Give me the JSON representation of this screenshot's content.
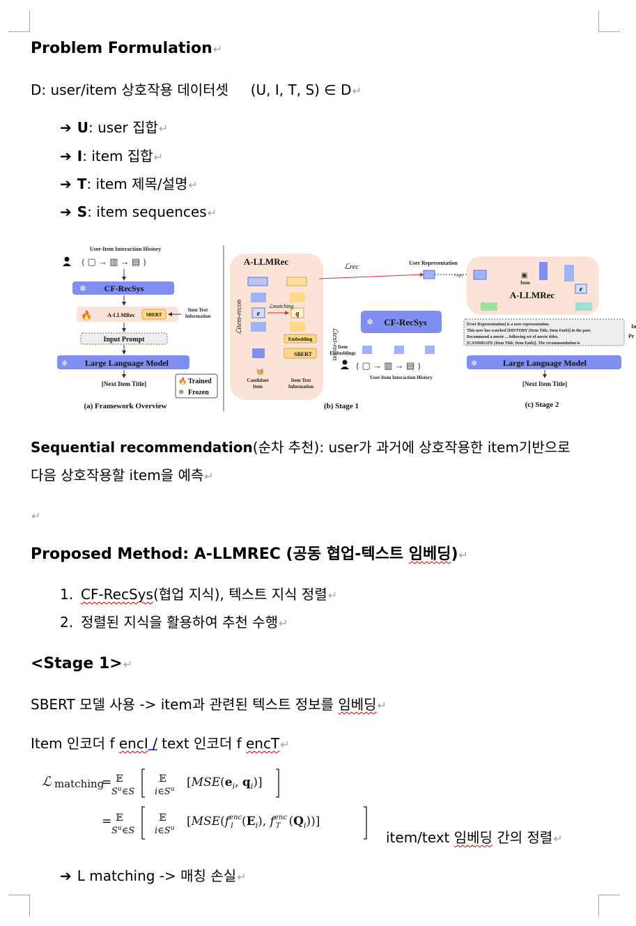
{
  "heading_problem": "Problem Formulation",
  "dataset_line": "D: user/item 상호작용 데이터셋     (U, I, T, S) ∈ D",
  "defs": [
    {
      "key": "U",
      "text": ": user 집합"
    },
    {
      "key": "I",
      "text": ": item 집합"
    },
    {
      "key": "T",
      "text": ": item 제목/설명"
    },
    {
      "key": "S",
      "text": ": item sequences"
    }
  ],
  "arrow_glyph": "➔",
  "paragraph_mark": "↵",
  "figure": {
    "panel_a": {
      "top_label": "User-Item Interaction History",
      "cf": "CF-RecSys",
      "allmrec": "A-LLMRec",
      "sbert": "SBERT",
      "item_text_info": [
        "Item Text",
        "Information"
      ],
      "input_prompt": "Input Prompt",
      "llm": "Large Language Model",
      "next": "[Next Item Title]",
      "trained": "Trained",
      "frozen": "Frozen",
      "caption": "(a) Framework Overview"
    },
    "panel_b": {
      "title": "A-LLMRec",
      "l_rec": "ℒrec",
      "user_repr": "User Representation",
      "l_item_recon": "ℒitem-recon",
      "l_text_recon": "ℒtext-recon",
      "l_matching": "ℒmatching",
      "e": "e",
      "q": "q",
      "embedding": "Embedding",
      "sbert": "SBERT",
      "cf": "CF-RecSys",
      "item_embeddings": [
        "Item",
        "Embeddings"
      ],
      "candidate_item": [
        "Candidate",
        "Item"
      ],
      "item_text_info": [
        "Item Text",
        "Information"
      ],
      "history": "User-Item Interaction History",
      "caption": "(b) Stage 1"
    },
    "panel_c": {
      "title": "A-LLMRec",
      "item": "Item",
      "copy": "Copy",
      "e": "e",
      "prompt_lines": [
        "[User Representation] is a user representation.",
        "This user has watched [HISTORY (Item Title, Item Emb)] in the past.",
        "Recommend a movie ... following set of movie titles,",
        "[CANDIDATE (Item Title, Item Emb)]. The recommendation is"
      ],
      "llm": "Large Language Model",
      "next": "[Next Item Title]",
      "caption": "(c) Stage 2",
      "edge_text": [
        "In",
        "Pr"
      ]
    }
  },
  "seq_bold": "Sequential recommendation",
  "seq_rest": "(순차 추천): user가 과거에 상호작용한 item기반으로",
  "seq_line2": "다음 상호작용할 item을 예측",
  "heading_method_pre": "Proposed Method: A-LLMREC (공동 협업-텍스트 ",
  "heading_method_squig": "임베딩",
  "heading_method_post": ")",
  "steps": [
    {
      "n": "1.",
      "pre": "",
      "squig": "CF-RecSys",
      "post": "(협업 지식), 텍스트 지식 정렬"
    },
    {
      "n": "2.",
      "pre": "정렬된 지식을 활용하여 추천 수행",
      "squig": "",
      "post": ""
    }
  ],
  "stage1_heading": "<Stage 1>",
  "sbert_line_pre": "SBERT 모델 사용 -> item과 관련된 텍스트 정보를 ",
  "sbert_line_squig": "임베딩",
  "encoder_pre": "Item 인코더 f ",
  "encoder_squig": "encI",
  "encoder_blue": " /",
  "encoder_mid": " text 인코더 f ",
  "encoder_squig2": "encT",
  "align_pre": "item/text ",
  "align_squig": "임베딩",
  "align_post": " 간의 정렬",
  "lmatching_line": "L matching -> 매칭 손실"
}
